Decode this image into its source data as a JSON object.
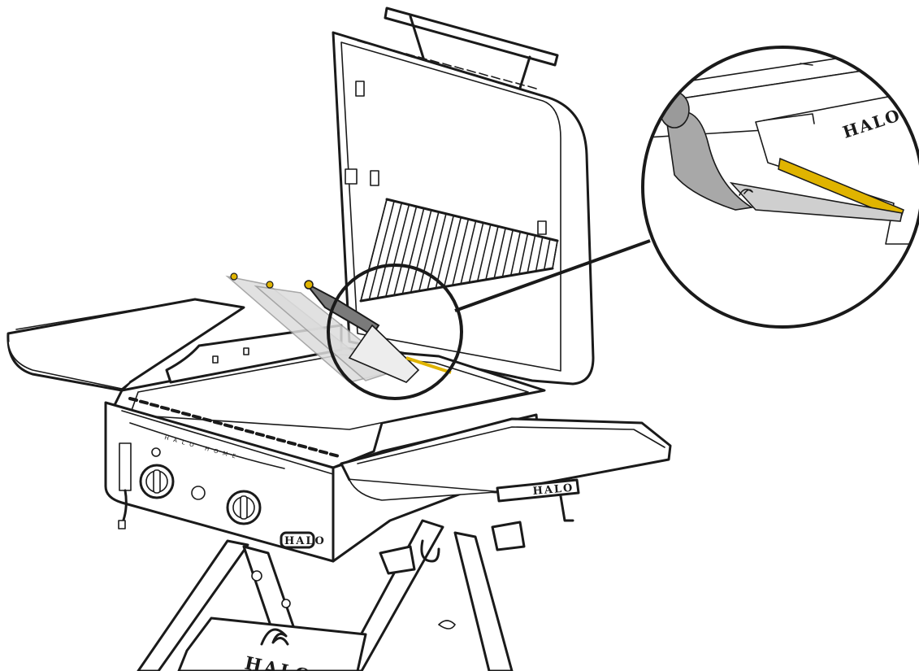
{
  "figure": {
    "subject": "portable griddle with lid open and grease scraper tool",
    "brand_text": "HALO",
    "front_stamp_text": "HALO HOME",
    "zoom_callout": "grease trough detail",
    "accent_color": "#e0b400"
  },
  "icons": {
    "flame_logo": "flame-logo-icon",
    "burner_knob": "burner-knob-icon"
  }
}
